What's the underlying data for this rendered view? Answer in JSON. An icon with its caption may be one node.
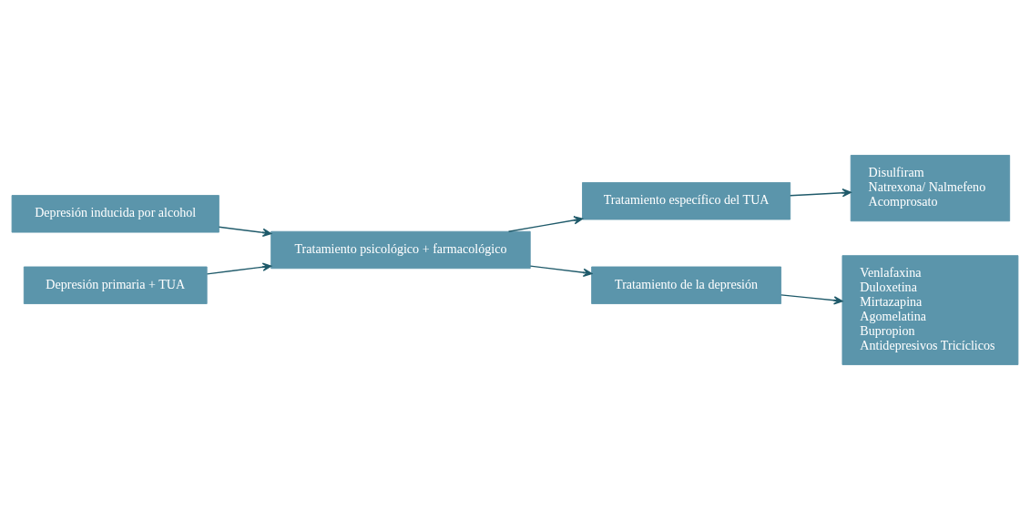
{
  "diagram": {
    "nodes": [
      {
        "text": [
          "Depresión inducida por alcohol"
        ]
      },
      {
        "text": [
          "Tratamiento específico del TUA"
        ]
      },
      {
        "text": [
          "Disulfiram",
          "Natrexona/ Nalmefeno",
          "Acomprosato"
        ]
      },
      {
        "text": [
          "Tratamiento psicológico + farmacológico"
        ]
      },
      {
        "text": [
          "Venlafaxina",
          "Duloxetina",
          "Mirtazapina",
          "Agomelatina",
          "Bupropion",
          "Antidepresivos Tricíclicos"
        ]
      },
      {
        "text": [
          "Depresión primaria + TUA"
        ]
      },
      {
        "text": [
          "Tratamiento de la depresión"
        ]
      }
    ],
    "edges": [
      {
        "from": 0,
        "to": 3,
        "arrow": "to"
      },
      {
        "from": 5,
        "to": 3,
        "arrow": "to"
      },
      {
        "from": 3,
        "to": 1,
        "arrow": "to"
      },
      {
        "from": 3,
        "to": 6,
        "arrow": "to"
      },
      {
        "from": 1,
        "to": 2,
        "arrow": "to"
      },
      {
        "from": 6,
        "to": 4,
        "arrow": "to"
      }
    ]
  }
}
